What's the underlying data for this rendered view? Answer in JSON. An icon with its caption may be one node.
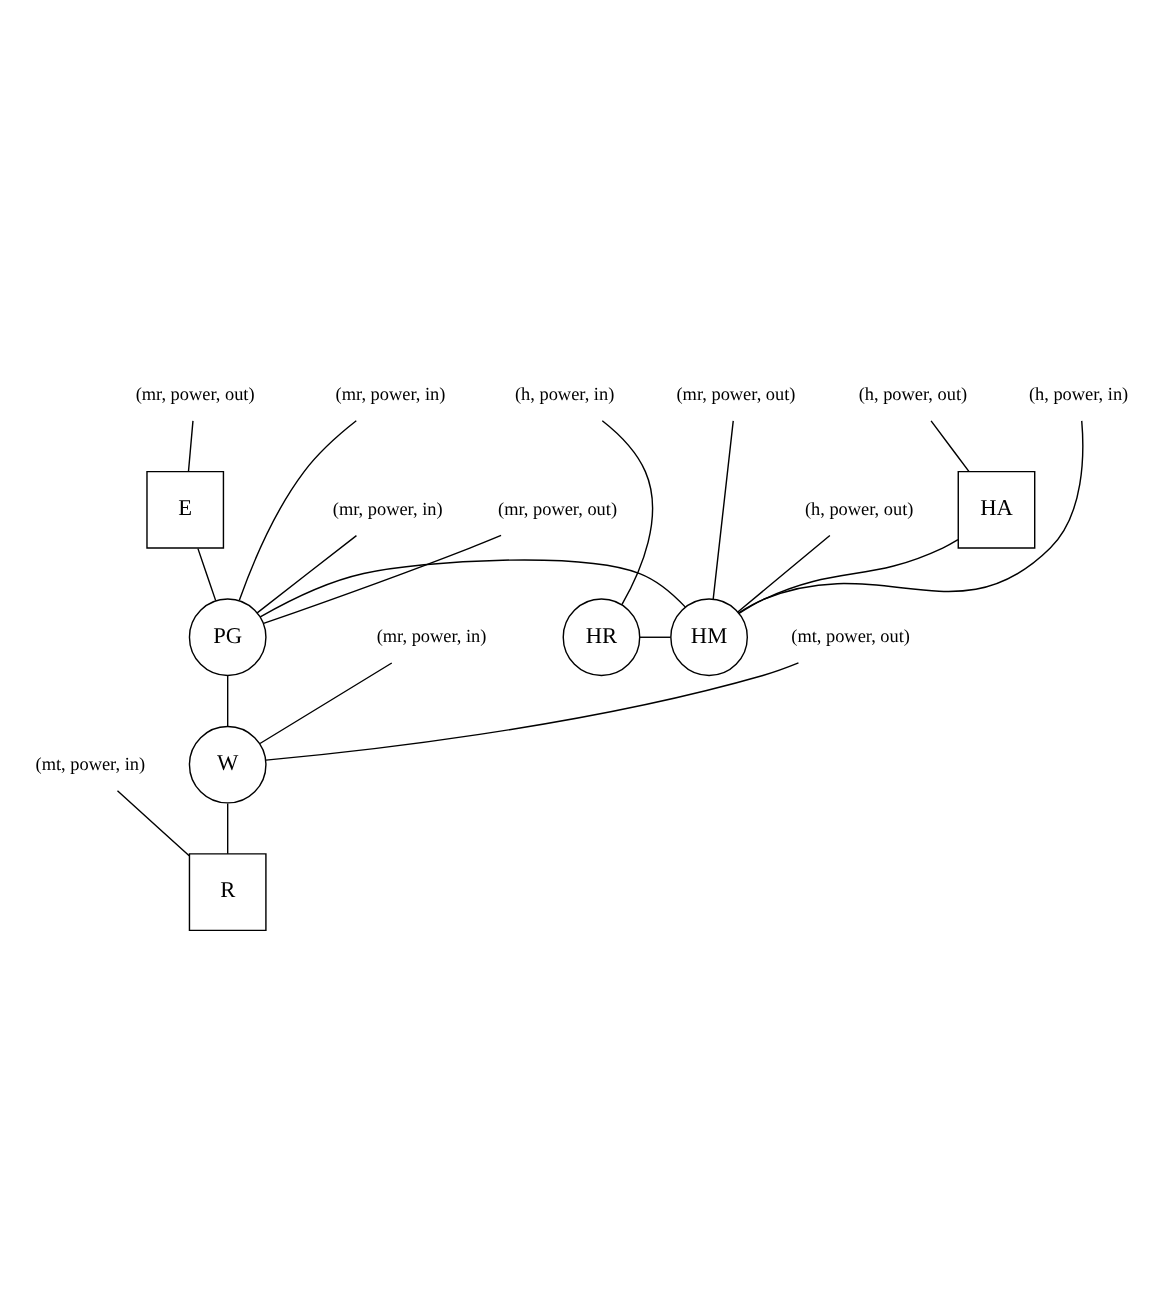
{
  "diagram": {
    "nodes": [
      {
        "text": [
          "HA"
        ]
      },
      {
        "text": [
          "E"
        ]
      },
      {
        "text": [
          "HR"
        ]
      },
      {
        "text": [
          "HM"
        ]
      },
      {
        "text": [
          "PG"
        ]
      },
      {
        "text": [
          "W"
        ]
      },
      {
        "text": [
          "R"
        ]
      },
      {
        "text": [
          "(h, power, out)"
        ]
      },
      {
        "text": [
          "(mr, power, out)"
        ]
      },
      {
        "text": [
          "(mr, power, in)"
        ]
      },
      {
        "text": [
          "(h, power, in)"
        ]
      },
      {
        "text": [
          "(h, power, in)"
        ]
      },
      {
        "text": [
          "(mr, power, out)"
        ]
      },
      {
        "text": [
          "(h, power, out)"
        ]
      },
      {
        "text": [
          "(mr, power, in)"
        ]
      },
      {
        "text": [
          "(mr, power, out)"
        ]
      },
      {
        "text": [
          "(mr, power, in)"
        ]
      },
      {
        "text": [
          "(mt, power, out)"
        ]
      },
      {
        "text": [
          "(mt, power, in)"
        ]
      }
    ],
    "edges": [
      {
        "from": 0,
        "to": 3,
        "arrow": "none"
      },
      {
        "from": 1,
        "to": 4,
        "arrow": "none"
      },
      {
        "from": 2,
        "to": 3,
        "arrow": "none"
      },
      {
        "from": 3,
        "to": 4,
        "arrow": "none"
      },
      {
        "from": 4,
        "to": 5,
        "arrow": "none"
      },
      {
        "from": 5,
        "to": 6,
        "arrow": "none"
      },
      {
        "from": 7,
        "to": 0,
        "arrow": "none"
      },
      {
        "from": 8,
        "to": 1,
        "arrow": "none"
      },
      {
        "from": 9,
        "to": 4,
        "arrow": "none"
      },
      {
        "from": 10,
        "to": 3,
        "arrow": "none"
      },
      {
        "from": 11,
        "to": 2,
        "arrow": "none"
      },
      {
        "from": 12,
        "to": 3,
        "arrow": "none"
      },
      {
        "from": 13,
        "to": 3,
        "arrow": "none"
      },
      {
        "from": 14,
        "to": 4,
        "arrow": "none"
      },
      {
        "from": 15,
        "to": 4,
        "arrow": "none"
      },
      {
        "from": 16,
        "to": 5,
        "arrow": "none"
      },
      {
        "from": 17,
        "to": 5,
        "arrow": "none"
      },
      {
        "from": 18,
        "to": 6,
        "arrow": "none"
      }
    ]
  }
}
